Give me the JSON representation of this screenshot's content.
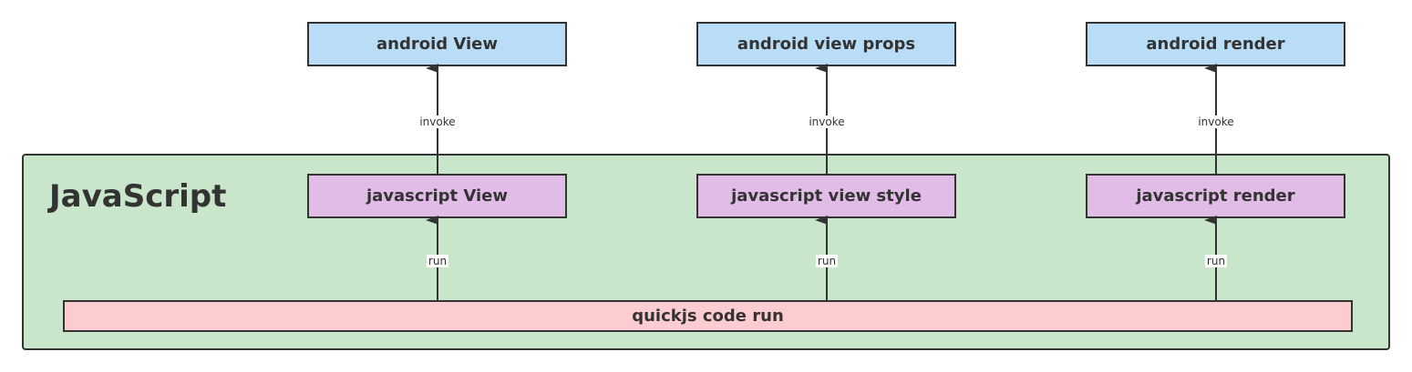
{
  "diagram": {
    "container": {
      "title": "JavaScript"
    },
    "android_nodes": [
      {
        "label": "android View"
      },
      {
        "label": "android view props"
      },
      {
        "label": "android render"
      }
    ],
    "javascript_nodes": [
      {
        "label": "javascript View"
      },
      {
        "label": "javascript view style"
      },
      {
        "label": "javascript render"
      }
    ],
    "quickjs_node": {
      "label": "quickjs code run"
    },
    "edges": {
      "invoke_label": "invoke",
      "run_label": "run"
    },
    "colors": {
      "android_fill": "#b9dcf7",
      "javascript_fill": "#e1bce6",
      "quickjs_fill": "#fdccd1",
      "container_fill": "#c9e5ca",
      "stroke": "#333333"
    }
  }
}
